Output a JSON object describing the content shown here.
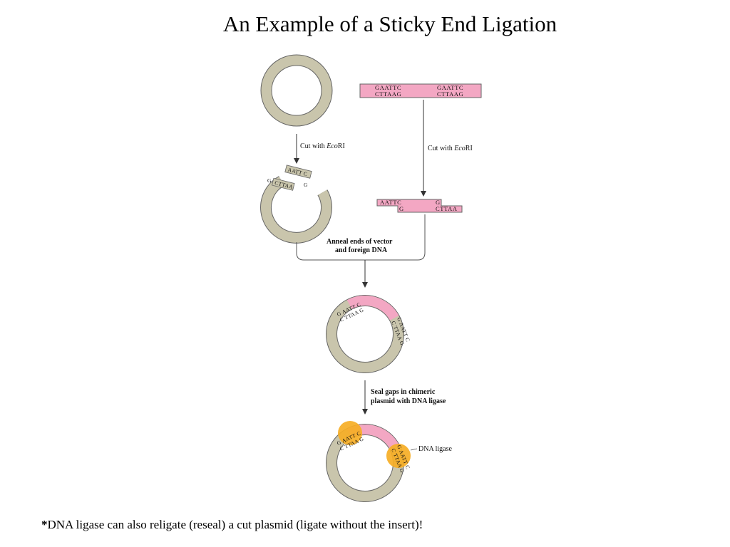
{
  "title": "An Example of a Sticky End Ligation",
  "footnote": {
    "star": "*",
    "text": "DNA ligase can also religate (reseal) a cut plasmid (ligate without the insert)!"
  },
  "labels": {
    "cut_prefix": "Cut with ",
    "enzyme_italic": "Eco",
    "enzyme_suffix": "RI",
    "anneal_line1": "Anneal ends of vector",
    "anneal_line2": "and foreign DNA",
    "seal_line1": "Seal gaps in chimeric",
    "seal_line2": "plasmid with DNA ligase",
    "dna_ligase": "DNA ligase"
  },
  "sequences": {
    "site_top": "GAATTC",
    "site_bottom": "CTTAAG",
    "overhang_top": "AATTC",
    "overhang_bottom": "CTTAA",
    "single_g": "G",
    "vec_top": "AATT C",
    "vec_bottom": "CTTAA",
    "junction_top": "G AATT C",
    "junction_bottom": "C TTAA G"
  },
  "colors": {
    "plasmid": "#c9c5ac",
    "insert": "#f3a7c3",
    "ligase": "#f6ae25",
    "outline": "#555555"
  }
}
